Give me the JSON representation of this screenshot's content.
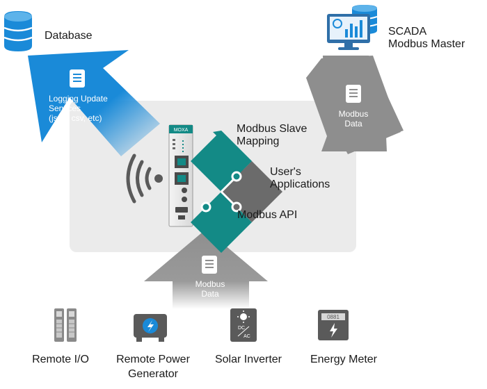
{
  "labels": {
    "database": "Database",
    "scada_line1": "SCADA",
    "scada_line2": "Modbus Master",
    "logging_line1": "Logging Update",
    "logging_line2": "Services",
    "logging_line3": "(json, csv, etc)",
    "modbus_data_right_line1": "Modbus",
    "modbus_data_right_line2": "Data",
    "modbus_data_bottom_line1": "Modbus",
    "modbus_data_bottom_line2": "Data",
    "slave_line1": "Modbus Slave",
    "slave_line2": "Mapping",
    "apps_line1": "User's",
    "apps_line2": "Applications",
    "api": "Modbus API",
    "device_brand": "MOXA",
    "dc_ac_top": "DC",
    "dc_ac_bottom": "AC",
    "meter_digits": "0881"
  },
  "devices": [
    {
      "label1": "Remote I/O",
      "label2": ""
    },
    {
      "label1": "Remote Power",
      "label2": "Generator"
    },
    {
      "label1": "Solar Inverter",
      "label2": ""
    },
    {
      "label1": "Energy Meter",
      "label2": ""
    }
  ],
  "colors": {
    "blue": "#1a8ad8",
    "teal": "#138a86",
    "dark_gray": "#6b6b6b",
    "mid_gray": "#8e8e8e",
    "panel": "#ebebeb"
  }
}
